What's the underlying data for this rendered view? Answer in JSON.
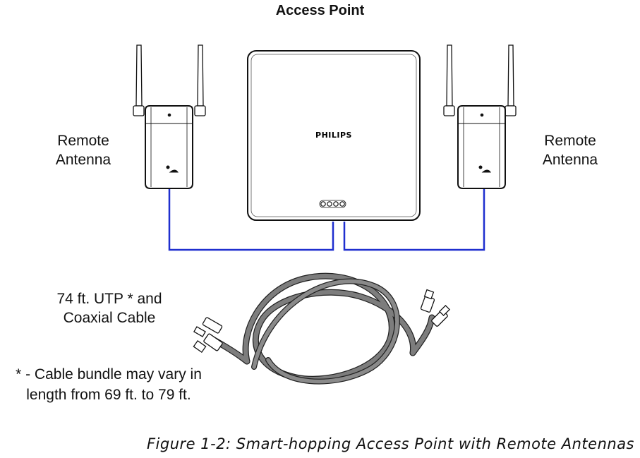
{
  "title": "Access Point",
  "left_antenna_label": [
    "Remote",
    "Antenna"
  ],
  "right_antenna_label": [
    "Remote",
    "Antenna"
  ],
  "access_point_brand": "PHILIPS",
  "cable_label": [
    "74 ft. UTP * and",
    "Coaxial Cable"
  ],
  "footnote": [
    "* - Cable bundle may vary in",
    "length from 69 ft. to 79 ft."
  ],
  "caption": "Figure 1-2: Smart-hopping Access Point with Remote Antennas",
  "colors": {
    "link_lines": "#1f2fcf",
    "cable": "#7d7d7d",
    "outline": "#111111"
  }
}
